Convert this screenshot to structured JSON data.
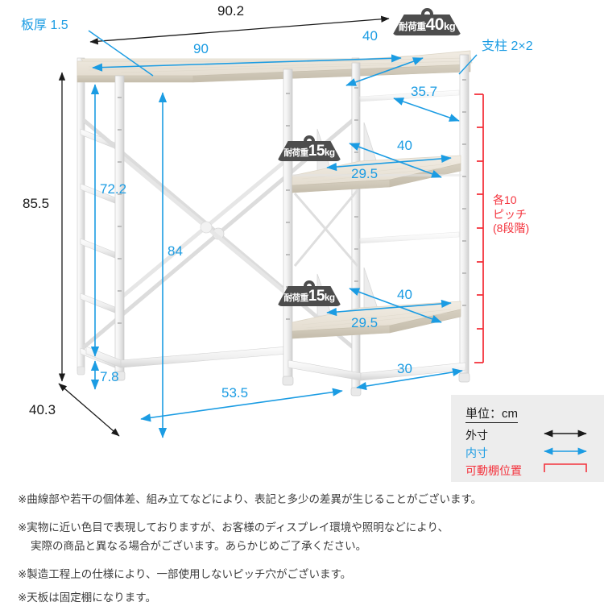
{
  "title_note": "家具寸法図",
  "dimensions": {
    "overall_width": "90.2",
    "overall_height": "85.5",
    "overall_depth": "40.3",
    "board_thickness_label": "板厚 1.5",
    "post_label": "支柱 2×2",
    "top_inner_width": "90",
    "top_inner_depth": "40",
    "inner_height_left": "72.2",
    "inner_height_right": "84",
    "foot_clearance": "7.8",
    "shelf_gap_height": "35.7",
    "shelf_inner_width_upper": "40",
    "shelf_inner_depth_upper": "29.5",
    "shelf_inner_width_lower": "40",
    "shelf_inner_depth_lower": "29.5",
    "base_inner_width_left": "53.5",
    "base_inner_width_right": "30"
  },
  "badges": {
    "top": {
      "prefix": "耐荷重",
      "value": "40",
      "unit": "kg"
    },
    "shelf_upper": {
      "prefix": "耐荷重",
      "value": "15",
      "unit": "kg"
    },
    "shelf_lower": {
      "prefix": "耐荷重",
      "value": "15",
      "unit": "kg"
    }
  },
  "pitch": {
    "line1": "各10",
    "line2": "ピッチ",
    "line3": "(8段階)",
    "steps": 8
  },
  "legend": {
    "unit": "単位：cm",
    "outer": "外寸",
    "inner": "内寸",
    "adjustable": "可動棚位置"
  },
  "notes": [
    "※曲線部や若干の個体差、組み立てなどにより、表記と多少の差異が生じることがございます。",
    "※実物に近い色目で表現しておりますが、お客様のディスプレイ環境や照明などにより、",
    "実際の商品と異なる場合がございます。あらかじめご了承ください。",
    "※製造工程上の仕様により、一部使用しないピッチ穴がございます。",
    "※天板は固定棚になります。"
  ],
  "colors": {
    "outer_dim": "#1a1a1a",
    "inner_dim": "#1b9ce3",
    "adjustable": "#f4333d",
    "frame": "#f2f2f2",
    "frame_shade": "#d8d8d8",
    "wood_top": "#ece7de",
    "wood_edge": "#cfc8ba",
    "legend_bg": "#ededed",
    "badge_bg": "#4d4d4d"
  }
}
